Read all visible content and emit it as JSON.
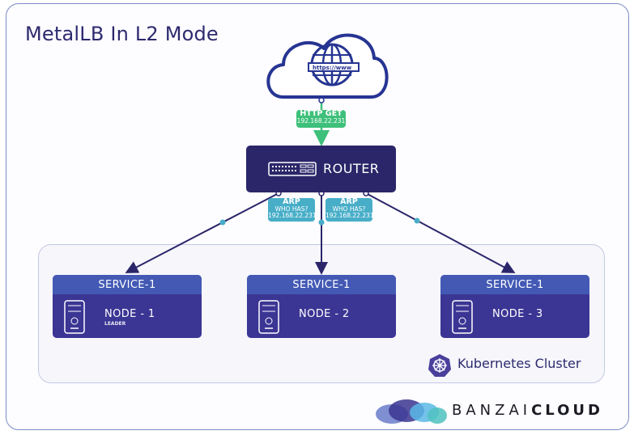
{
  "title": "MetalLB In L2 Mode",
  "internet": {
    "icon": "cloud-globe-icon",
    "url_label": "https://www"
  },
  "request_badge": {
    "line1": "HTTP GET",
    "line2": "192.168.22.231",
    "color": "#3ec07a"
  },
  "router": {
    "label": "ROUTER",
    "icon": "switch-icon",
    "color": "#2b2669"
  },
  "arp_badges": [
    {
      "line1": "ARP",
      "line2": "WHO HAS?",
      "line3": "192.168.22.231"
    },
    {
      "line1": "ARP",
      "line2": "WHO HAS?",
      "line3": "192.168.22.231"
    }
  ],
  "arp_color": "#48aec8",
  "nodes": [
    {
      "service": "SERVICE-1",
      "name": "NODE - 1",
      "tag": "LEADER"
    },
    {
      "service": "SERVICE-1",
      "name": "NODE - 2",
      "tag": ""
    },
    {
      "service": "SERVICE-1",
      "name": "NODE - 3",
      "tag": ""
    }
  ],
  "cluster": {
    "label": "Kubernetes Cluster",
    "icon": "kubernetes-icon"
  },
  "brand": {
    "light": "BANZAI",
    "bold": "CLOUD"
  }
}
